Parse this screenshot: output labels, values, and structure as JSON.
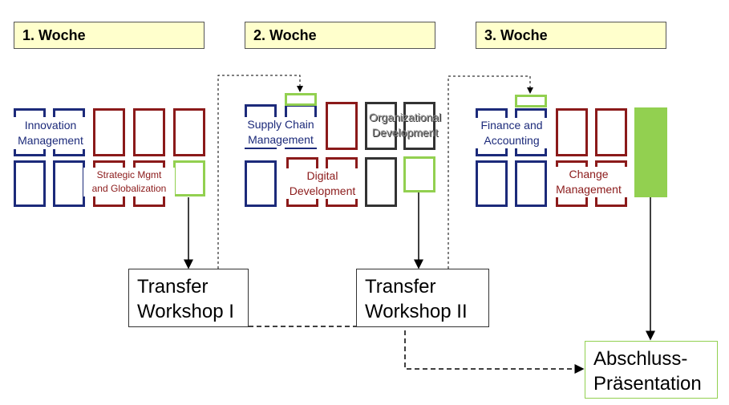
{
  "weeks": [
    "1. Woche",
    "2. Woche",
    "3. Woche"
  ],
  "modules": {
    "innovation": "Innovation\nManagement",
    "strategic": "Strategic Mgmt\nand Globalization",
    "supply_chain": "Supply Chain\nManagement",
    "digital": "Digital\nDevelopment",
    "organizational": "Organizational\nDevelopment",
    "finance": "Finance and\nAccounting",
    "change": "Change\nManagement"
  },
  "workshops": {
    "w1": "Transfer\nWorkshop I",
    "w2": "Transfer\nWorkshop II",
    "final": "Abschluss-\nPräsentation"
  },
  "colors": {
    "week_bg": "#ffffcc",
    "navy": "#1c2a7a",
    "red": "#8b1a1a",
    "dark": "#333333",
    "green": "#92d050"
  }
}
